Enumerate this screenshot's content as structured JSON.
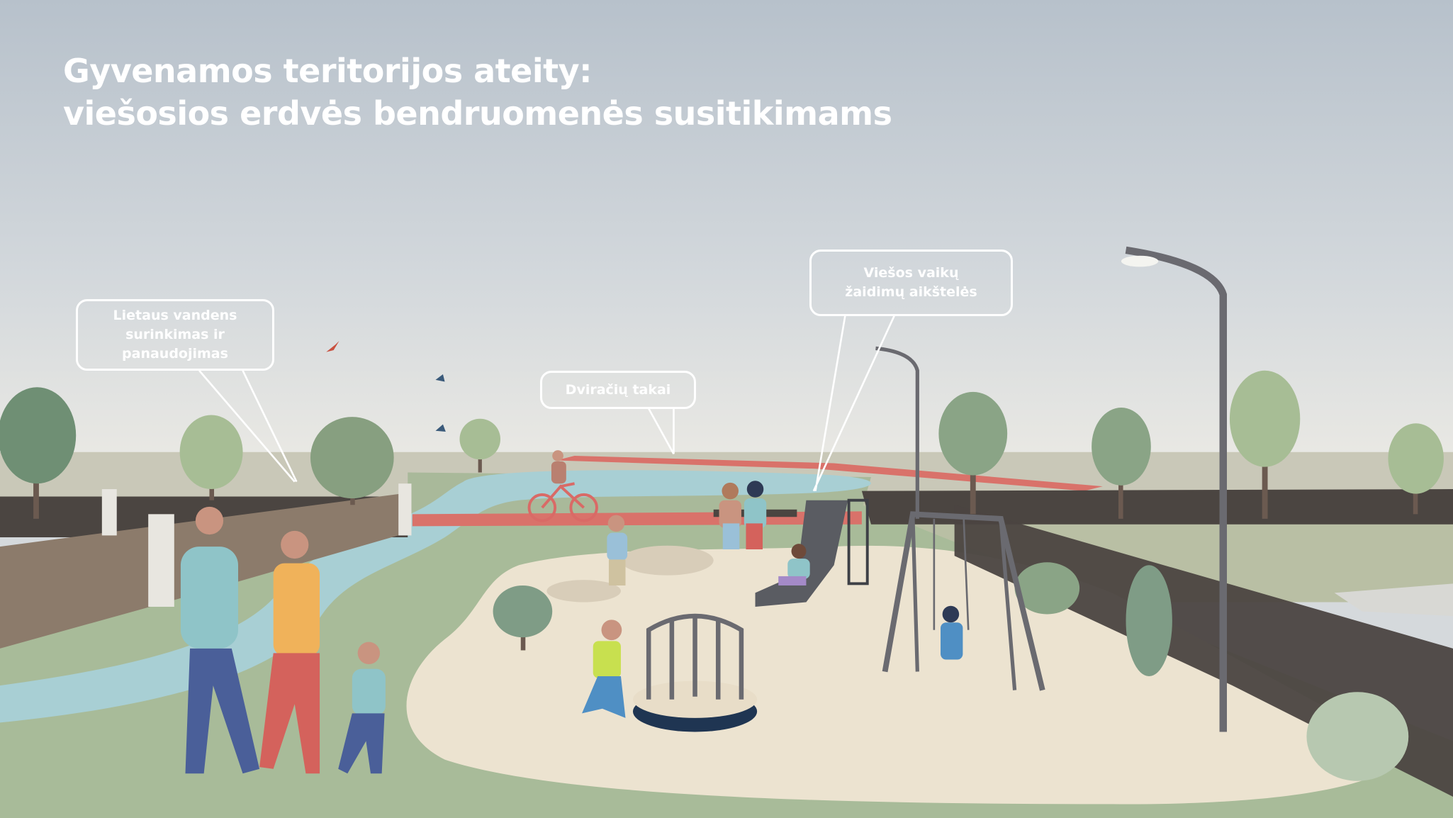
{
  "title": {
    "line1": "Gyvenamos teritorijos ateity:",
    "line2": "viešosios erdvės bendruomenės susitikimams"
  },
  "callouts": [
    {
      "lines": [
        "Lietaus vandens",
        "surinkimas ir",
        "panaudojimas"
      ]
    },
    {
      "lines": [
        "Dviračių takai"
      ]
    },
    {
      "lines": [
        "Viešos vaikų",
        "žaidimų aikštelės"
      ]
    }
  ],
  "colors": {
    "sky_top": "#b7c1cb",
    "sky_horizon": "#e8e9e6",
    "grass": "#a8bb99",
    "water": "#a8cfd4",
    "bike_path": "#d9726a",
    "sand": "#ece3d0",
    "fence_dark": "#4b4541",
    "fence_wood": "#8c7b6b",
    "tree": "#8aa486",
    "lamp": "#6a6a70"
  }
}
